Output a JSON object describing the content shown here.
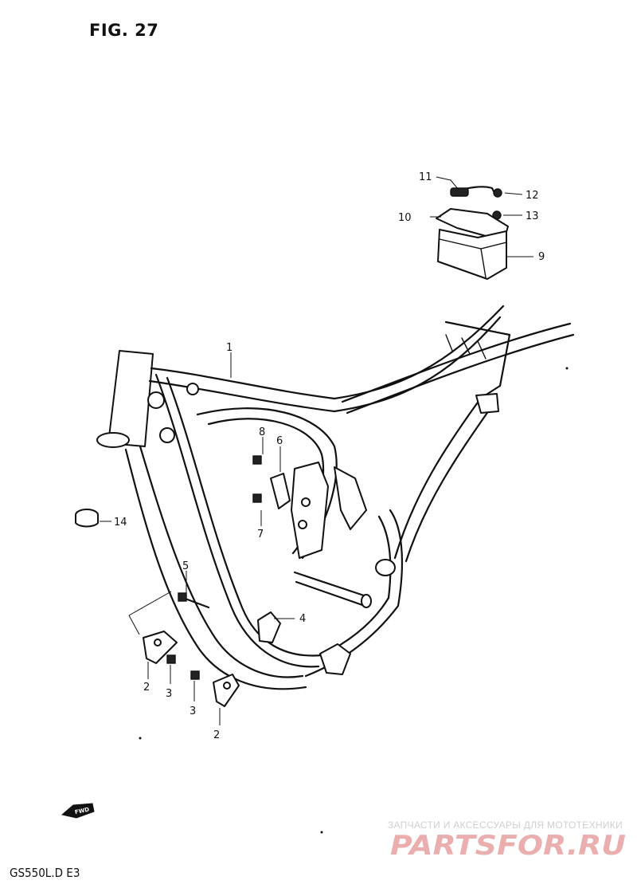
{
  "figure": {
    "title": "FIG. 27",
    "model_code": "GS550L.D E3"
  },
  "callouts": [
    {
      "label": "1"
    },
    {
      "label": "2"
    },
    {
      "label": "2"
    },
    {
      "label": "3"
    },
    {
      "label": "3"
    },
    {
      "label": "4"
    },
    {
      "label": "5"
    },
    {
      "label": "6"
    },
    {
      "label": "7"
    },
    {
      "label": "8"
    },
    {
      "label": "9"
    },
    {
      "label": "10"
    },
    {
      "label": "11"
    },
    {
      "label": "12"
    },
    {
      "label": "13"
    },
    {
      "label": "14"
    }
  ],
  "direction_arrow": {
    "label": "FWD",
    "icon": "forward-arrow-icon"
  },
  "watermark": {
    "tagline": "ЗАПЧАСТИ И АКСЕССУАРЫ ДЛЯ МОТОТЕХНИКИ",
    "logo_text": "PARTSFOR.RU",
    "color": "#e8a0a0"
  }
}
